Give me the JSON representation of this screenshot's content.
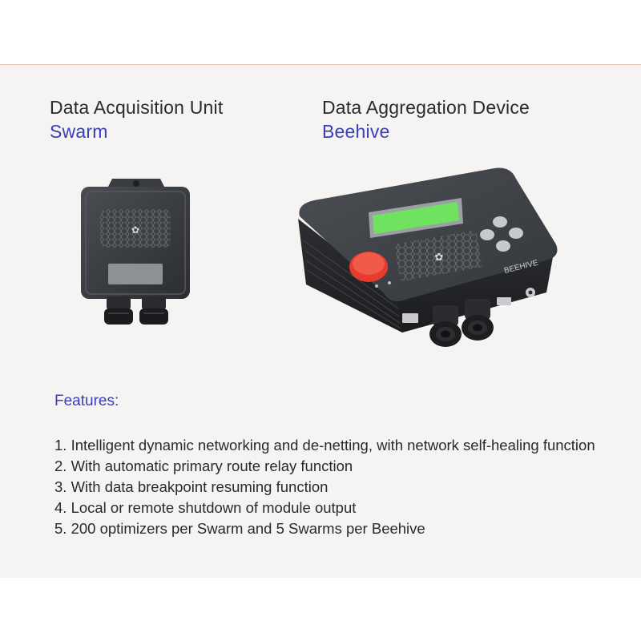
{
  "products": [
    {
      "title": "Data Acquisition Unit",
      "name": "Swarm"
    },
    {
      "title": "Data Aggregation Device",
      "name": "Beehive"
    }
  ],
  "device_labels": {
    "beehive_brand": "BEEHIVE"
  },
  "features": {
    "heading": "Features:",
    "items": [
      "1. Intelligent dynamic networking and de-netting, with network self-healing function",
      "2. With automatic primary route relay function",
      "3. With data breakpoint resuming function",
      "4. Local or remote shutdown of module output",
      "5. 200 optimizers per Swarm and 5 Swarms per Beehive"
    ]
  },
  "colors": {
    "accent_blue": "#3b3fb5",
    "lcd_green": "#6fe35f",
    "button_red": "#e63b2e"
  }
}
